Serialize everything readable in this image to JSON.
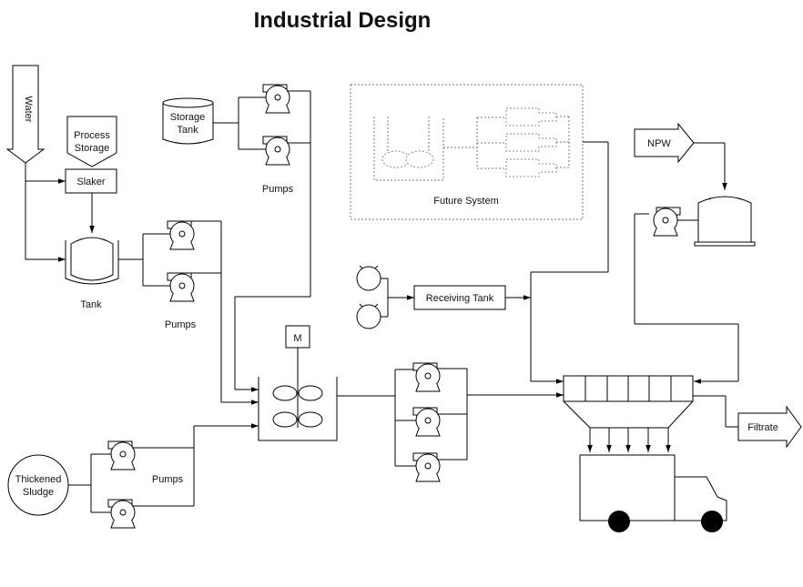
{
  "title": "Industrial Design",
  "labels": {
    "water": "Water",
    "process_storage_1": "Process",
    "process_storage_2": "Storage",
    "slaker": "Slaker",
    "tank": "Tank",
    "storage_tank_1": "Storage",
    "storage_tank_2": "Tank",
    "pumps_top": "Pumps",
    "pumps_mid": "Pumps",
    "pumps_bottom": "Pumps",
    "future_system": "Future System",
    "npw": "NPW",
    "receiving_tank": "Receiving Tank",
    "motor": "M",
    "filtrate": "Filtrate",
    "thickened_sludge_1": "Thickened",
    "thickened_sludge_2": "Sludge"
  }
}
